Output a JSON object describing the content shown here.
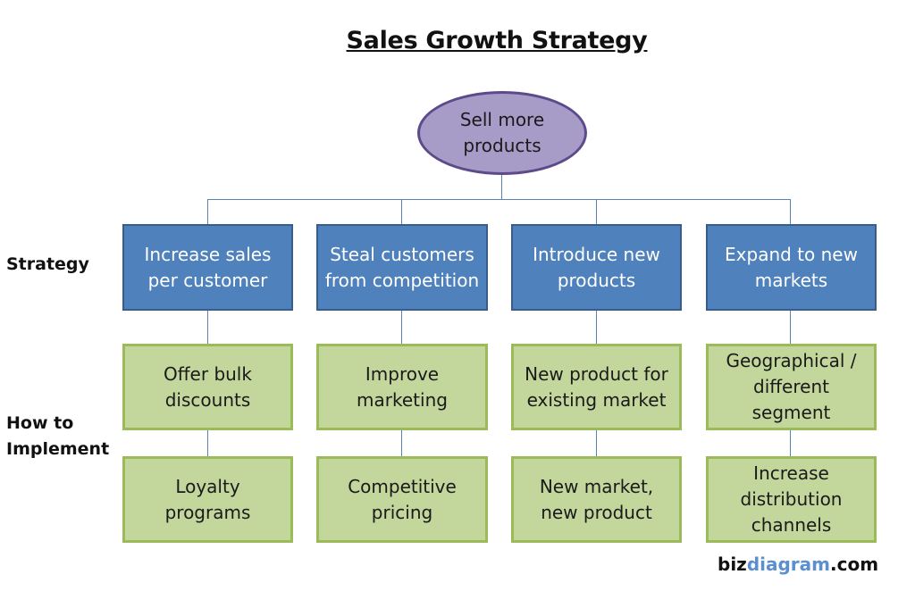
{
  "title": "Sales Growth Strategy",
  "root": {
    "label_line1": "Sell more",
    "label_line2": "products"
  },
  "row_labels": {
    "strategy": "Strategy",
    "implement_line1": "How to",
    "implement_line2": "Implement"
  },
  "strategies": [
    {
      "label": "Increase sales per customer",
      "impl1": "Offer bulk discounts",
      "impl2": "Loyalty programs"
    },
    {
      "label": "Steal customers from competition",
      "impl1": "Improve marketing",
      "impl2": "Competitive pricing"
    },
    {
      "label": "Introduce new products",
      "impl1": "New product for existing market",
      "impl2": "New market, new product"
    },
    {
      "label": "Expand to new markets",
      "impl1": "Geographical / different segment",
      "impl2": "Increase distribution channels"
    }
  ],
  "brand": {
    "part1": "biz",
    "part2": "diagram",
    "part3": ".com"
  },
  "colors": {
    "strategy_fill": "#4f81bd",
    "impl_fill": "#c3d69b",
    "root_fill": "#a79bc8"
  }
}
